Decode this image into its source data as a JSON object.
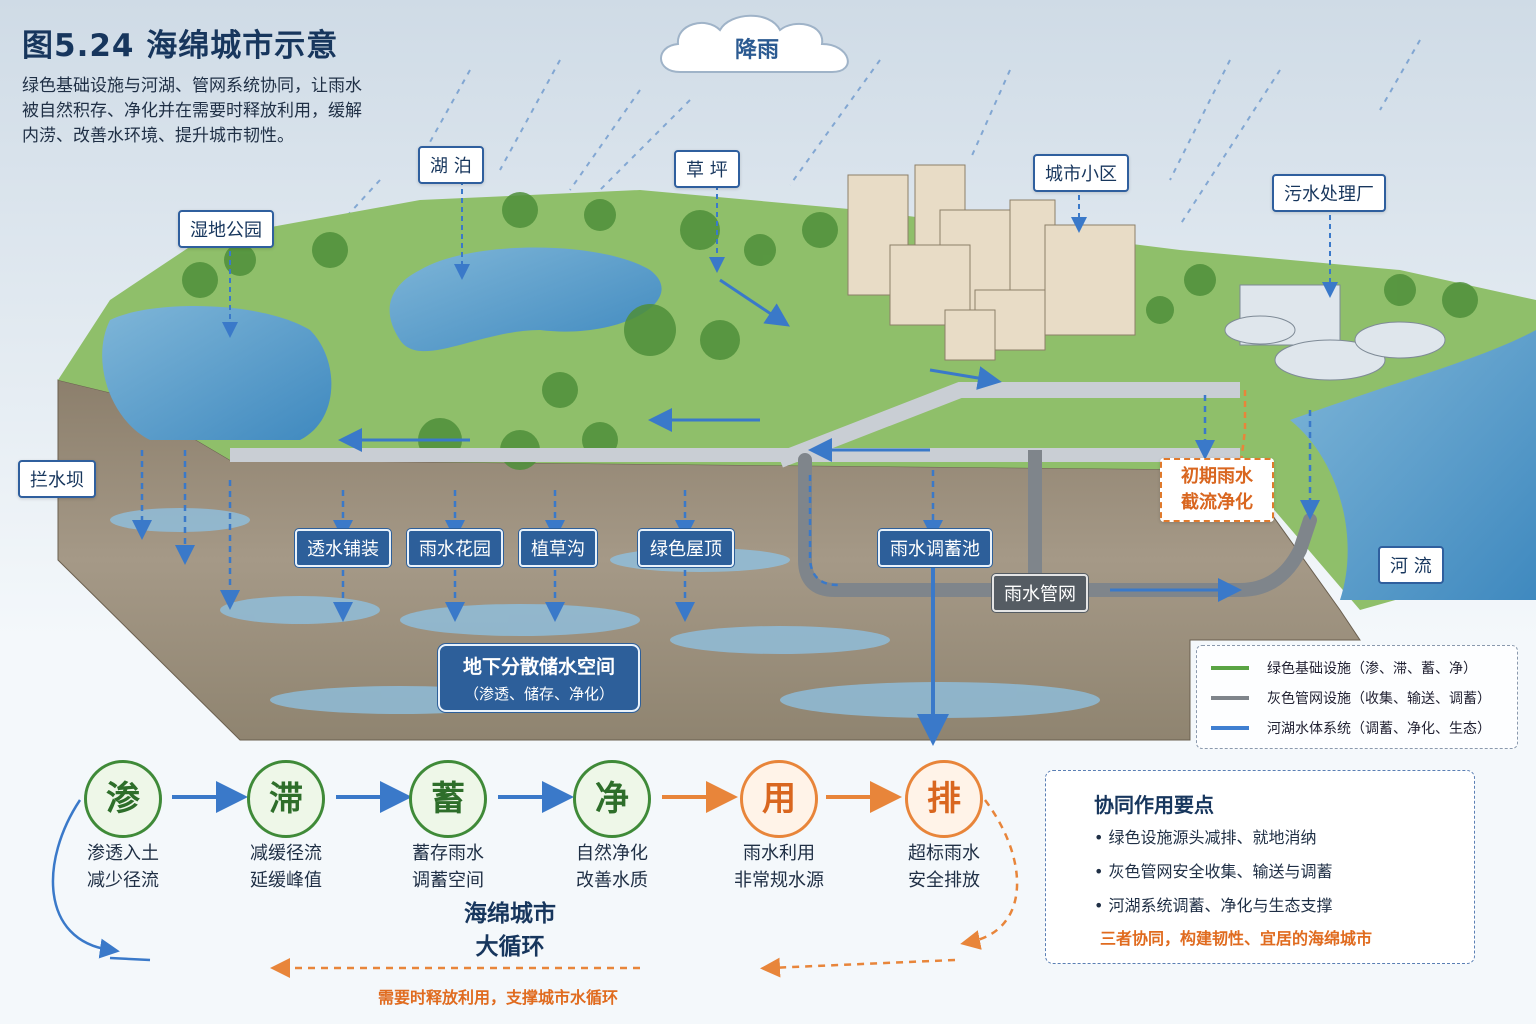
{
  "title": "图5.24  海绵城市示意",
  "description": "绿色基础设施与河湖、管网系统协同，让雨水被自然积存、净化并在需要时释放利用，缓解内涝、改善水环境、提升城市韧性。",
  "cloud_label": "降雨",
  "labels": {
    "lake": "湖  泊",
    "lawn": "草  坪",
    "community": "城市小区",
    "wwtp": "污水处理厂",
    "wetland": "湿地公园",
    "dam": "拦水坝",
    "permeable": "透水铺装",
    "raingarden": "雨水花园",
    "swale": "植草沟",
    "greenroof": "绿色屋顶",
    "retention": "雨水调蓄池",
    "pipe": "雨水管网",
    "river": "河  流",
    "firstflush_1": "初期雨水",
    "firstflush_2": "截流净化",
    "storage_1": "地下分散储水空间",
    "storage_2": "（渗透、储存、净化）"
  },
  "legend": [
    {
      "label": "绿色基础设施（渗、滞、蓄、净）",
      "color": "#5aa444"
    },
    {
      "label": "灰色管网设施（收集、输送、调蓄）",
      "color": "#7f858b"
    },
    {
      "label": "河湖水体系统（调蓄、净化、生态）",
      "color": "#3f7fd1"
    }
  ],
  "process": [
    {
      "char": "渗",
      "line1": "渗透入土",
      "line2": "减少径流"
    },
    {
      "char": "滞",
      "line1": "减缓径流",
      "line2": "延缓峰值"
    },
    {
      "char": "蓄",
      "line1": "蓄存雨水",
      "line2": "调蓄空间"
    },
    {
      "char": "净",
      "line1": "自然净化",
      "line2": "改善水质"
    },
    {
      "char": "用",
      "line1": "雨水利用",
      "line2": "非常规水源"
    },
    {
      "char": "排",
      "line1": "超标雨水",
      "line2": "安全排放"
    }
  ],
  "loop_label_1": "海绵城市",
  "loop_label_2": "大循环",
  "release_text": "需要时释放利用，支撑城市水循环",
  "key_points": {
    "heading": "协同作用要点",
    "items": [
      "绿色设施源头减排、就地消纳",
      "灰色管网安全收集、输送与调蓄",
      "河湖系统调蓄、净化与生态支撑"
    ],
    "footer": "三者协同，构建韧性、宜居的海绵城市"
  },
  "colors": {
    "green": "#3f8a38",
    "orange": "#e8853a",
    "blue": "#3f7fd1",
    "navy": "#17365d"
  }
}
